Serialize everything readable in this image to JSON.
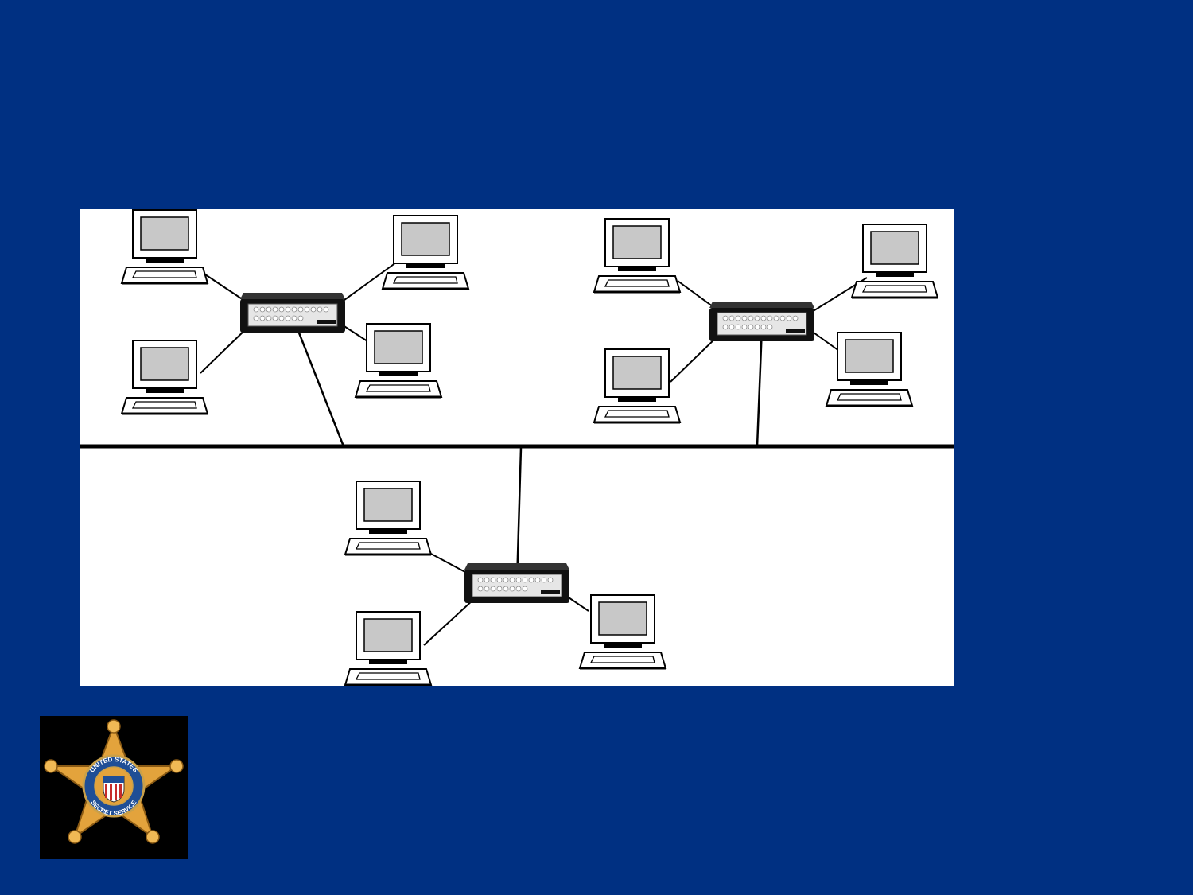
{
  "slide": {
    "background_color": "#003082",
    "title": ""
  },
  "diagram": {
    "type": "network-topology",
    "backbone": "bus",
    "segments": [
      {
        "id": "segment-left",
        "device": "hub",
        "computers": 4
      },
      {
        "id": "segment-right",
        "device": "hub",
        "computers": 4
      },
      {
        "id": "segment-bottom",
        "device": "hub",
        "computers": 3
      }
    ],
    "colors": {
      "panel": "#ffffff",
      "screen": "#c8c8c8",
      "line": "#000000",
      "hub_body": "#111111",
      "hub_face": "#e6e6e6"
    }
  },
  "logo": {
    "name": "secret-service-star-badge",
    "text": "UNITED STATES SECRET SERVICE",
    "colors": {
      "star": "#e3a33c",
      "ring": "#1f4e96",
      "shield_red": "#c62b2b",
      "background": "#000000"
    }
  }
}
